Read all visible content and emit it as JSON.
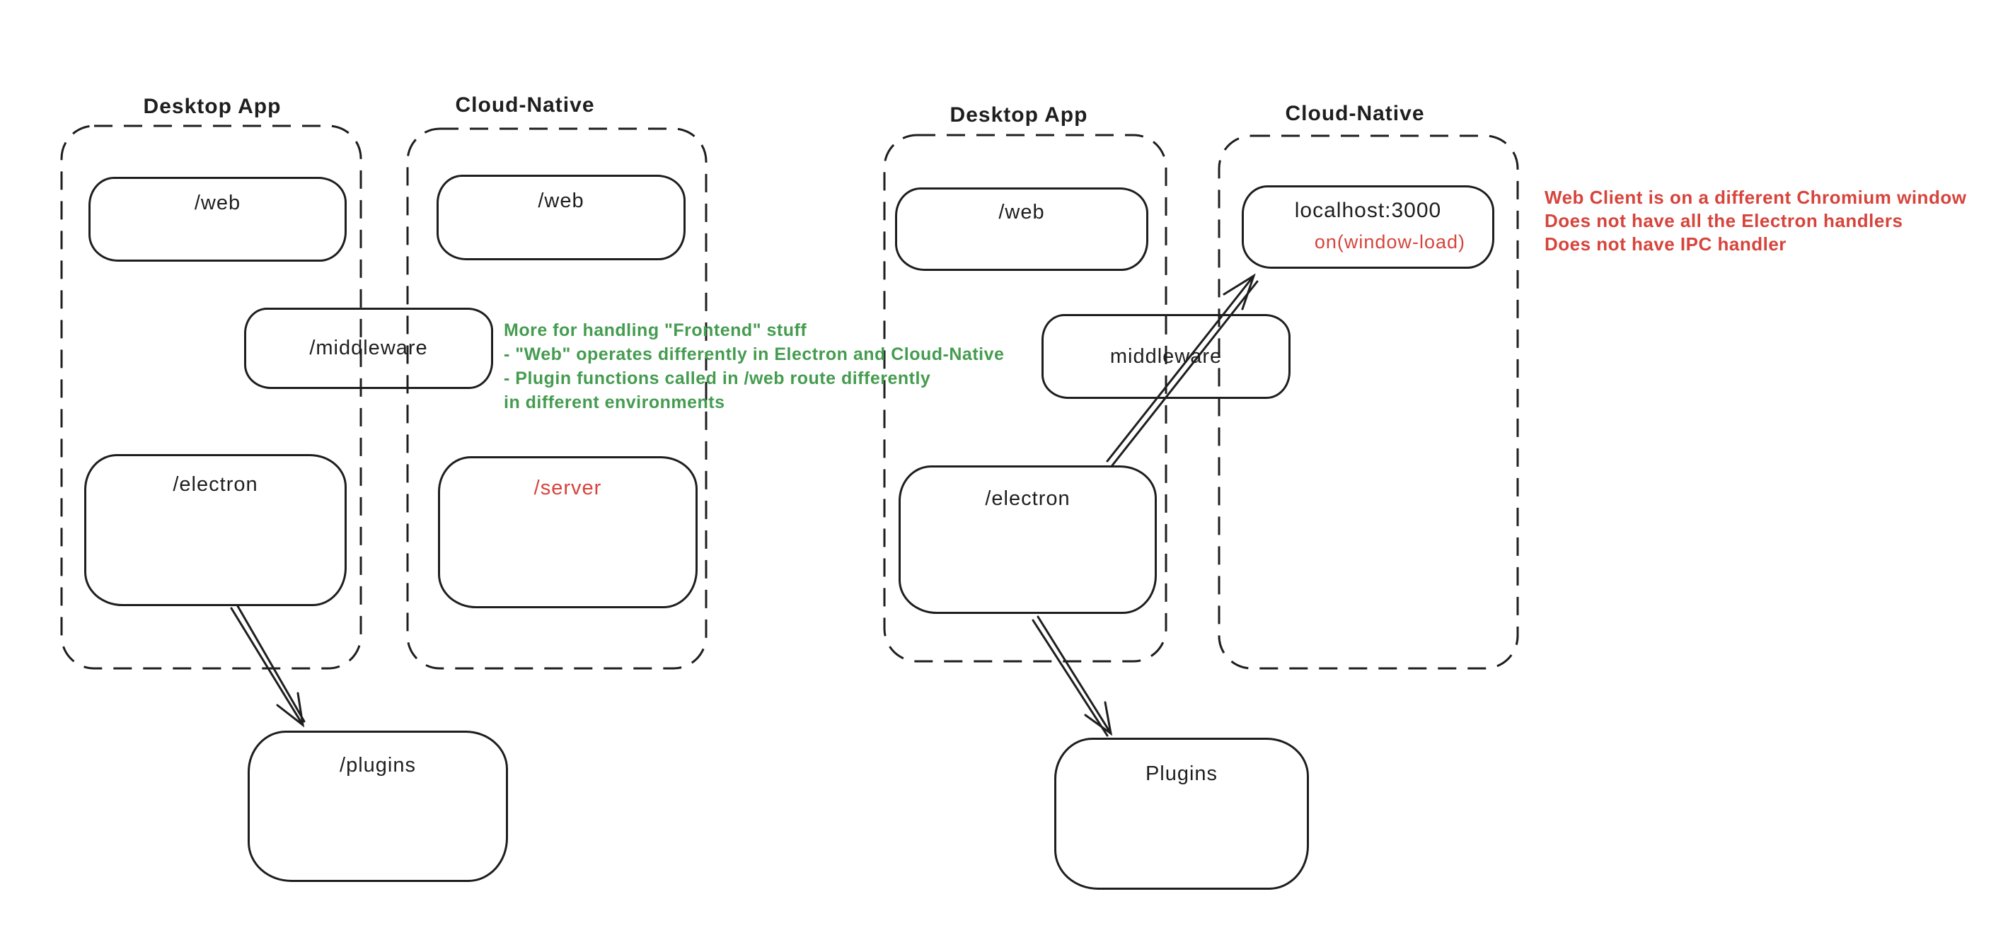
{
  "colors": {
    "background": "#ffffff",
    "stroke": "#1e1e1e",
    "note_green": "#459c50",
    "note_red": "#d6443c"
  },
  "left": {
    "desktop_container_label": "Desktop App",
    "cloud_container_label": "Cloud-Native",
    "web_desktop_box": "/web",
    "web_cloud_box": "/web",
    "middleware_box": "/middleware",
    "electron_box": "/electron",
    "server_box": "/server",
    "plugins_box": "/plugins",
    "note_lines": [
      "More for handling \"Frontend\" stuff",
      "- \"Web\" operates differently in Electron and Cloud-Native",
      "- Plugin functions called in /web route differently",
      "in different environments"
    ]
  },
  "right": {
    "desktop_container_label": "Desktop App",
    "cloud_container_label": "Cloud-Native",
    "web_desktop_box": "/web",
    "localhost_box": "localhost:3000",
    "localhost_event": "on(window-load)",
    "middleware_box": "middleware",
    "electron_box": "/electron",
    "plugins_box": "Plugins",
    "note_lines": [
      "Web Client is on a different Chromium window",
      "Does not have all the Electron handlers",
      "Does not have IPC handler"
    ]
  }
}
